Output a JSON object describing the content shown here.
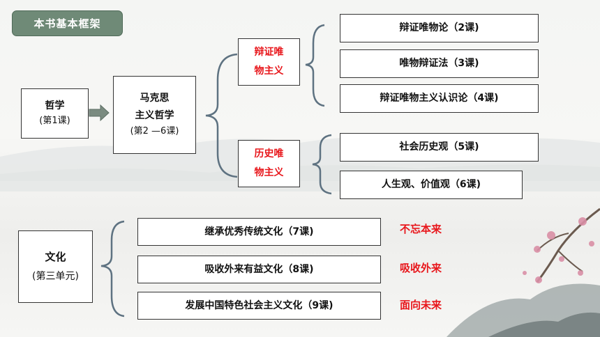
{
  "badge": "本书基本框架",
  "philosophy": {
    "title": "哲学",
    "sub": "(第1课)"
  },
  "marxism": {
    "line1": "马克思",
    "line2": "主义哲学",
    "sub": "(第2 —6课)"
  },
  "dialectical": {
    "line1": "辩证唯",
    "line2": "物主义",
    "items": [
      "辩证唯物论（2课)",
      "唯物辩证法（3课)",
      "辩证唯物主义认识论（4课)"
    ]
  },
  "historical": {
    "line1": "历史唯",
    "line2": "物主义",
    "items": [
      "社会历史观（5课)",
      "人生观、价值观（6课)"
    ]
  },
  "culture": {
    "title": "文化",
    "sub": "(第三单元)",
    "items": [
      "继承优秀传统文化（7课)",
      "吸收外来有益文化（8课)",
      "发展中国特色社会主义文化（9课)"
    ],
    "notes": [
      "不忘本来",
      "吸收外来",
      "面向未来"
    ]
  },
  "colors": {
    "accent_red": "#e8161b",
    "badge_bg": "#6f8a77",
    "brace": "#5e7281",
    "arrow": "#7a8b80"
  }
}
